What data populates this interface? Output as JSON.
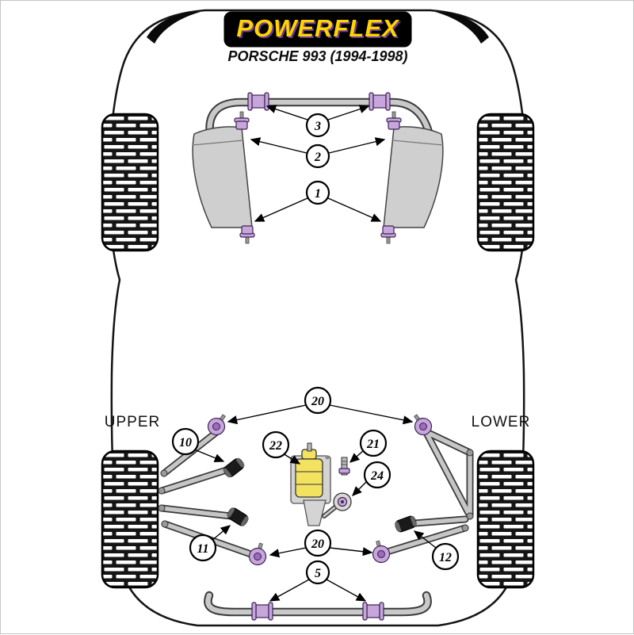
{
  "header": {
    "brand": "POWERFLEX",
    "subtitle": "PORSCHE 993 (1994-1998)"
  },
  "labels": {
    "upper": "UPPER",
    "lower": "LOWER"
  },
  "callouts": {
    "c1": "1",
    "c2": "2",
    "c3": "3",
    "c5": "5",
    "c10": "10",
    "c11": "11",
    "c12": "12",
    "c20_top": "20",
    "c20_bottom": "20",
    "c21": "21",
    "c22": "22",
    "c24": "24"
  },
  "colors": {
    "brand-yellow": "#ffd400",
    "brand-purple": "#6a3b96",
    "banner-black": "#000000",
    "bushing-purple": "#c7a6dc",
    "bushing-outline": "#3d2352",
    "mount-yellow": "#f2e260"
  }
}
